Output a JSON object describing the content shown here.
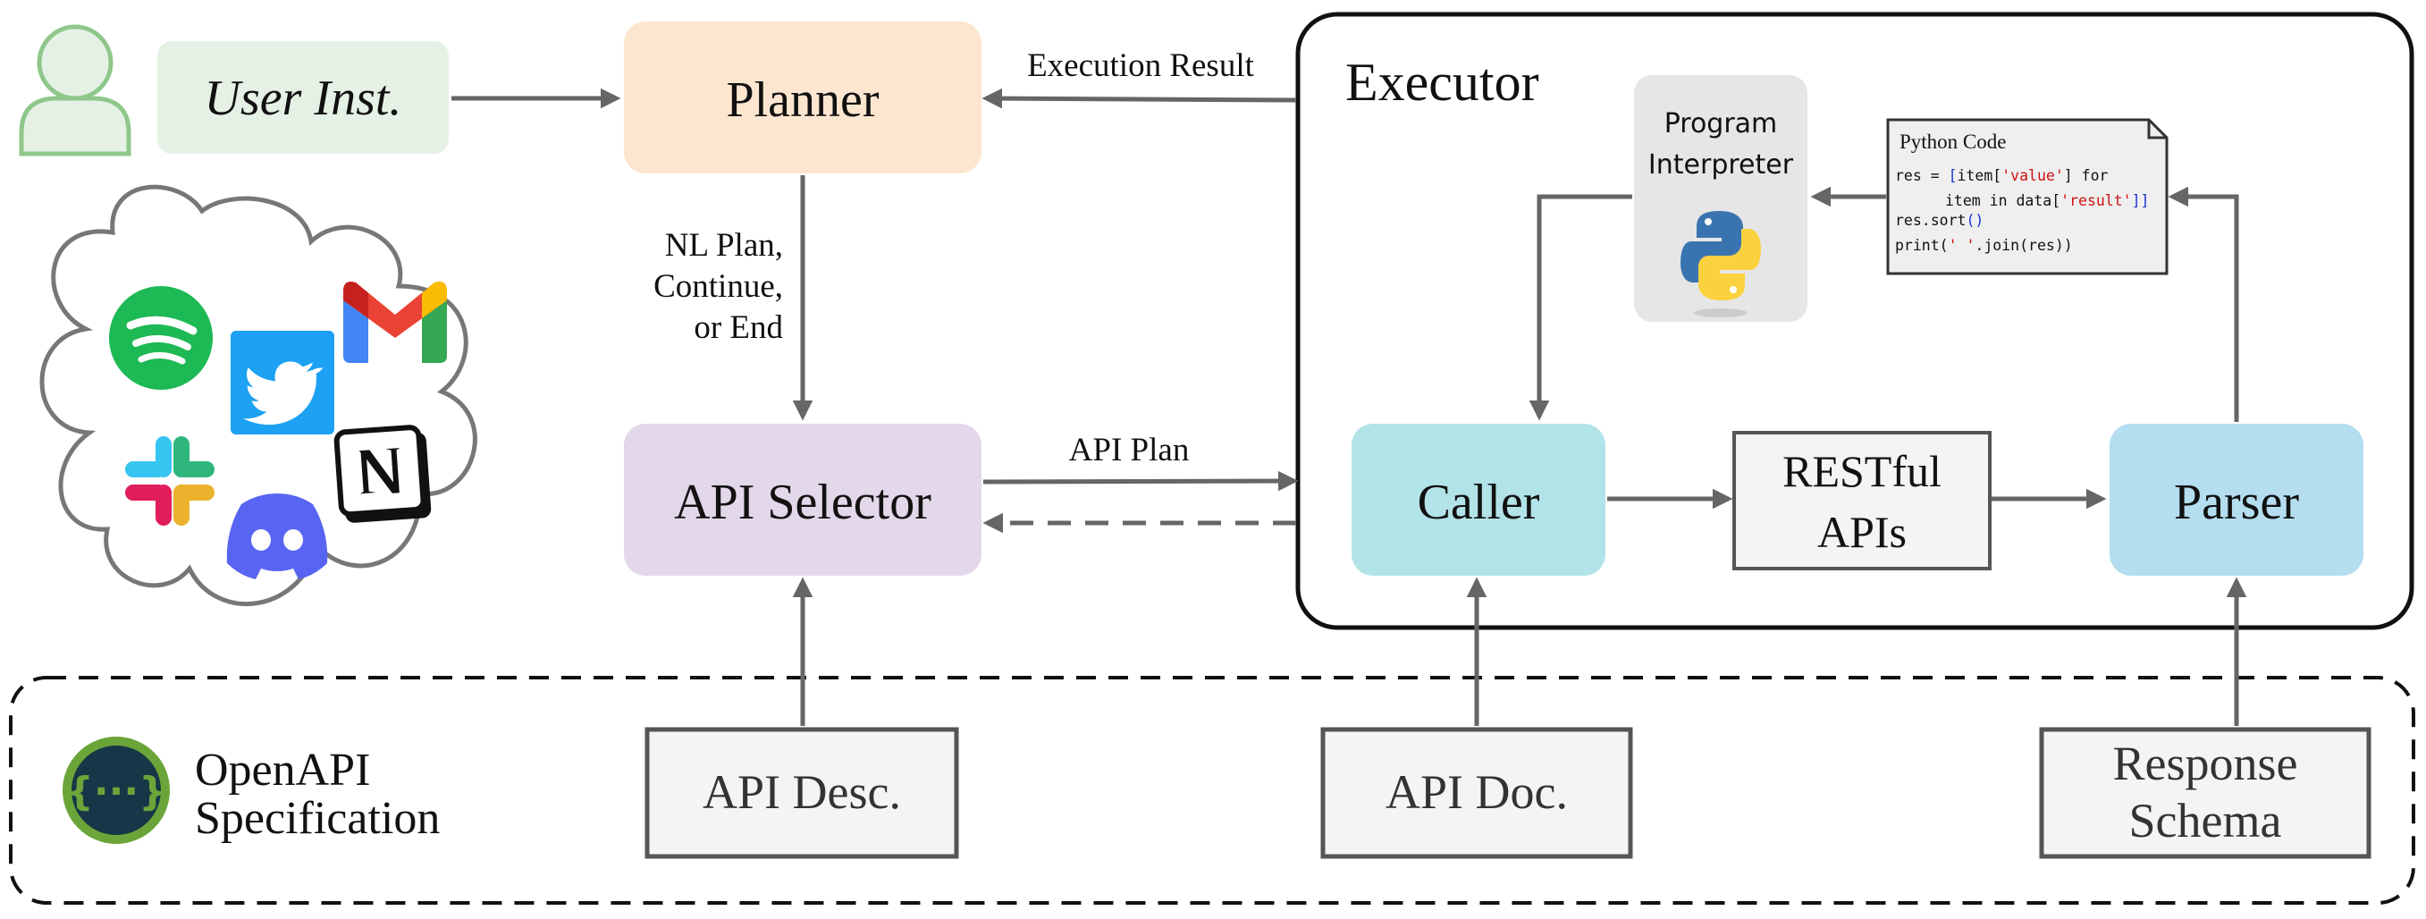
{
  "colors": {
    "planner_fill": "#fde6cf",
    "selector_fill": "#e3d7ea",
    "caller_fill": "#b2e3e8",
    "parser_fill": "#b4ddf0",
    "user_inst_fill": "#e6f1e6",
    "interpreter_fill": "#e6e6e6",
    "doc_box_fill": "#f4f4f4",
    "arrow_color": "#666666",
    "user_icon_color": "#8fc78a",
    "openapi_green": "#6ba539",
    "code_string_red": "#cc1111",
    "code_bracket_blue": "#1a33cc"
  },
  "user": {
    "icon": "user-person-icon",
    "instruction": "User Inst."
  },
  "planner": {
    "label": "Planner"
  },
  "selector": {
    "label": "API Selector"
  },
  "executor": {
    "title": "Executor",
    "caller": "Caller",
    "restful": {
      "line1": "RESTful",
      "line2": "APIs"
    },
    "parser": "Parser",
    "interpreter": {
      "line1": "Program",
      "line2": "Interpreter",
      "icon": "python-logo-icon"
    }
  },
  "python_code": {
    "title": "Python Code",
    "line1": {
      "a": "res = ",
      "b": "[",
      "c": "item[",
      "d": "'value'",
      "e": "]",
      "f": " for"
    },
    "line2": {
      "a": "item in data[",
      "b": "'result'",
      "c": "]]"
    },
    "line3": {
      "a": "res.sort",
      "b": "()"
    },
    "line4": {
      "a": "print(",
      "b": "' '",
      "c": ".join(res))"
    }
  },
  "edges": {
    "execution_result": "Execution Result",
    "nl_plan": {
      "line1": "NL Plan,",
      "line2": "Continue,",
      "line3": "or End"
    },
    "api_plan": "API Plan"
  },
  "openapi": {
    "line1": "OpenAPI",
    "line2": "Specification",
    "icon": "openapi-braces-icon",
    "docs": {
      "api_desc": "API Desc.",
      "api_doc": "API Doc.",
      "response_schema": {
        "line1": "Response",
        "line2": "Schema"
      }
    }
  },
  "app_icons": [
    "spotify-icon",
    "twitter-icon",
    "gmail-icon",
    "slack-icon",
    "discord-icon",
    "notion-icon"
  ]
}
